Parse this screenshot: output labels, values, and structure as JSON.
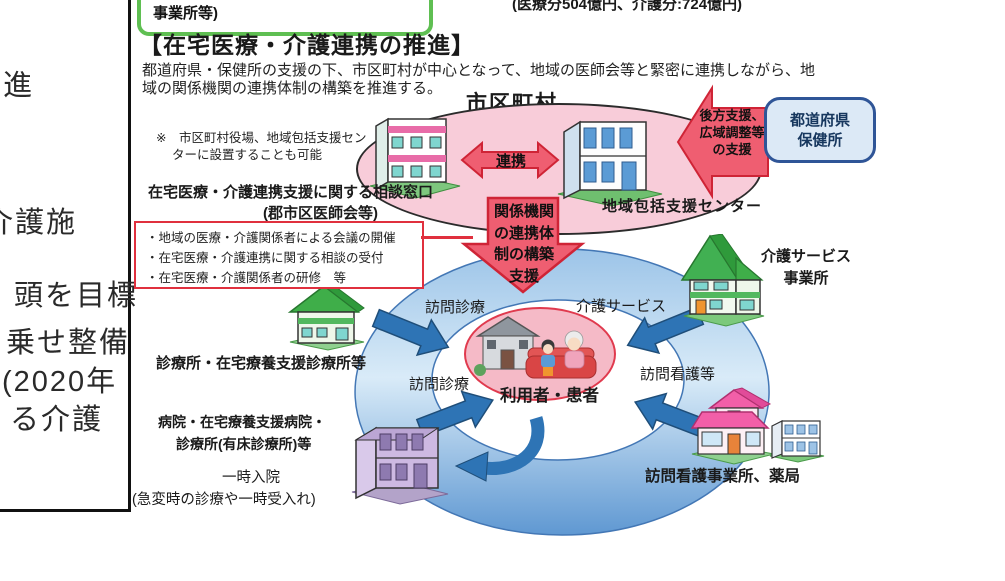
{
  "page": {
    "top_left_box_label": "事業所等)",
    "top_right_note": "(医療分504億円、介護分:724億円)",
    "title": "【在宅医療・介護連携の推進】",
    "intro_line1": "都道府県・保健所の支援の下、市区町村が中心となって、地域の医師会等と緊密に連携しながら、地",
    "intro_line2": "域の関係機関の連携体制の構築を推進する。",
    "left_panel_lines": [
      "進",
      "介護施",
      "頭を目標",
      "乗せ整備",
      "(2020年",
      "る介護"
    ]
  },
  "diagram": {
    "municipality_label": "市区町村",
    "note_line1": "※　市区町村役場、地域包括支援セン",
    "note_line2": "ターに設置することも可能",
    "renkei_arrow_label": "連携",
    "support_arrow_line1": "後方支援、",
    "support_arrow_line2": "広域調整等",
    "support_arrow_line3": "の支援",
    "prefecture_box_line1": "都道府県",
    "prefecture_box_line2": "保健所",
    "consultation_label_line1": "在宅医療・介護連携支援に関する相談窓口",
    "consultation_label_line2": "(郡市区医師会等)",
    "chiiki_houkatsu_label": "地域包括支援センター",
    "tasks_box": {
      "items": [
        "・地域の医療・介護関係者による会議の開催",
        "・在宅医療・介護連携に関する相談の受付",
        "・在宅医療・介護関係者の研修　等"
      ]
    },
    "build_arrow_line1": "関係機関",
    "build_arrow_line2": "の連携体",
    "build_arrow_line3": "制の構築",
    "build_arrow_line4": "支援",
    "houmon_shinryo_top": "訪問診療",
    "kaigo_service": "介護サービス",
    "houmon_shinryo_bottom": "訪問診療",
    "houmon_kango": "訪問看護等",
    "user_patient": "利用者・患者",
    "clinic_label": "診療所・在宅療養支援診療所等",
    "hospital_label_line1": "病院・在宅療養支援病院・",
    "hospital_label_line2": "診療所(有床診療所)等",
    "temp_admission_line1": "一時入院",
    "temp_admission_line2": "(急変時の診療や一時受入れ)",
    "kaigo_office_line1": "介護サービス",
    "kaigo_office_line2": "事業所",
    "kango_pharmacy_label": "訪問看護事業所、薬局"
  },
  "colors": {
    "red_arrow_fill": "#ef5e71",
    "red_arrow_border": "#cf2436",
    "red_box_border": "#e0303e",
    "blue_arrow_fill": "#2e74b5",
    "blue_arrow_border": "#1f4e79",
    "donut_blue": "#8fbce4",
    "pink_ellipse": "#f8ccd9",
    "center_ellipse": "#f5bac7",
    "green_box_border": "#5fbf52",
    "pref_box_bg": "#dce9f6",
    "pref_box_border": "#2f5597",
    "pref_box_text": "#17375e"
  }
}
